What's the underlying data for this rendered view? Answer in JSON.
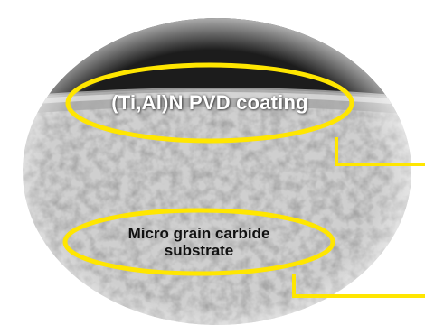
{
  "labels": {
    "coating": "(Ti,Al)N PVD coating",
    "substrate_line1": "Micro grain carbide",
    "substrate_line2": "substrate"
  },
  "colors": {
    "highlight": "#FFE600",
    "coating_layer": "#1c1c1c",
    "substrate": "#c9c9c9",
    "background": "#ffffff"
  }
}
